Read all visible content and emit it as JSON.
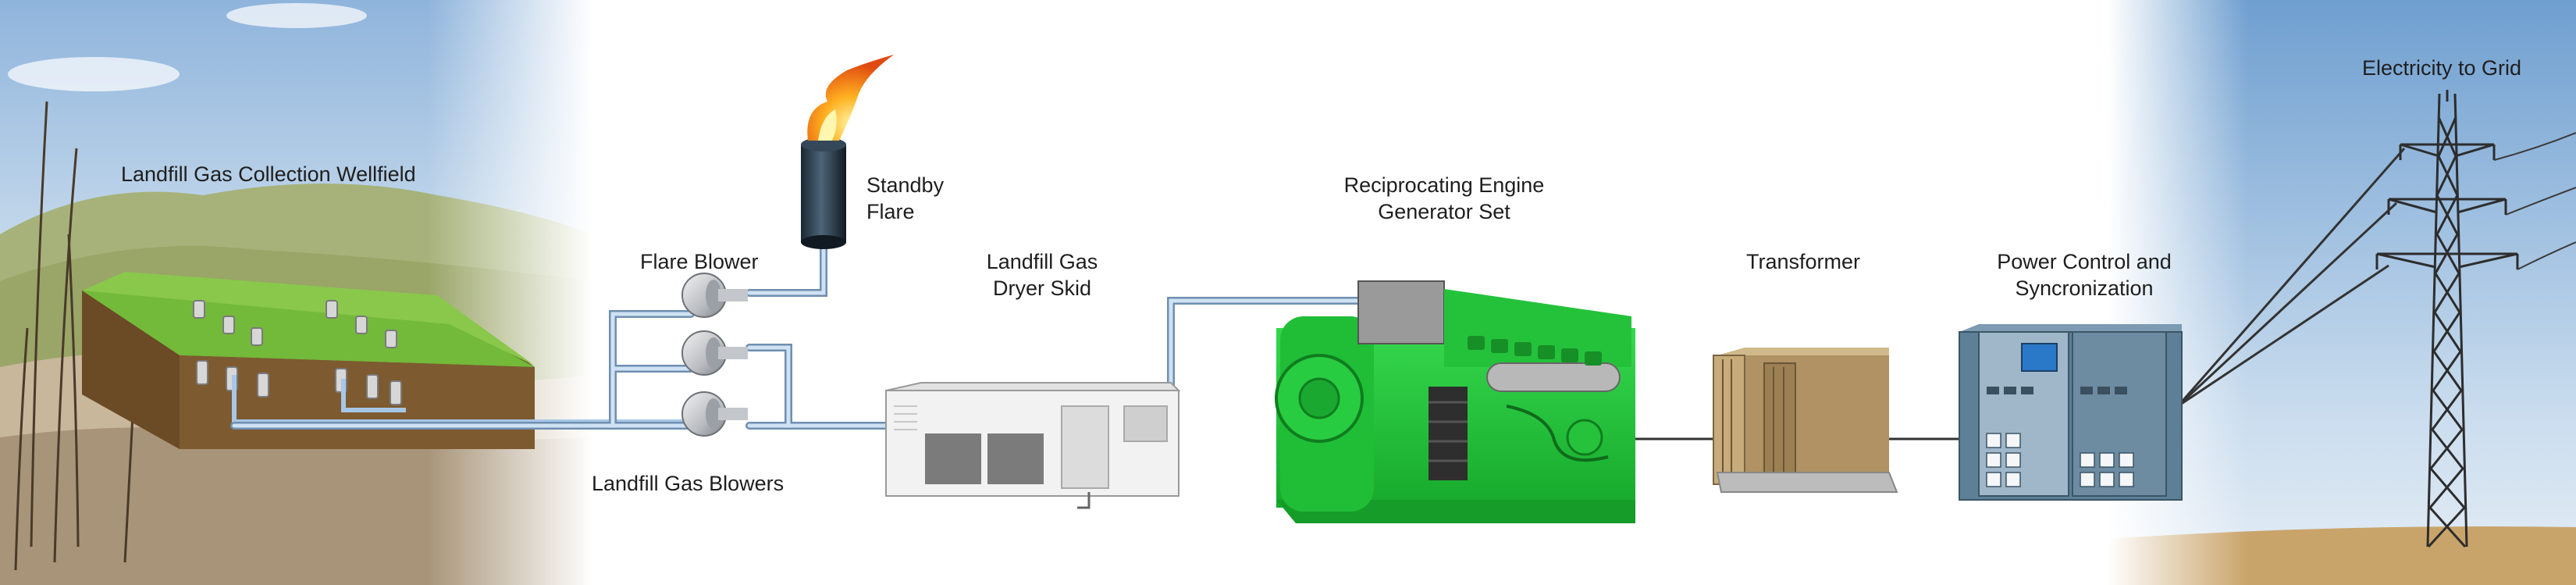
{
  "labels": {
    "wellfield": "Landfill Gas Collection Wellfield",
    "flare_line1": "Standby",
    "flare_line2": "Flare",
    "flare_blower": "Flare Blower",
    "gas_blowers": "Landfill Gas Blowers",
    "dryer_line1": "Landfill Gas",
    "dryer_line2": "Dryer Skid",
    "engine_line1": "Reciprocating Engine",
    "engine_line2": "Generator Set",
    "transformer": "Transformer",
    "power_line1": "Power Control and",
    "power_line2": "Syncronization",
    "grid": "Electricity to Grid"
  },
  "colors": {
    "sky": "#a9c6e2",
    "grass": "#7bbc3a",
    "soil": "#7a5a30",
    "pipe": "#a7c7e7",
    "engine": "#22c63b",
    "panel": "#5e7f98",
    "transformer": "#b49a6a"
  },
  "icons": [
    "flame-icon",
    "blower-icon",
    "well-icon",
    "transmission-tower-icon"
  ]
}
